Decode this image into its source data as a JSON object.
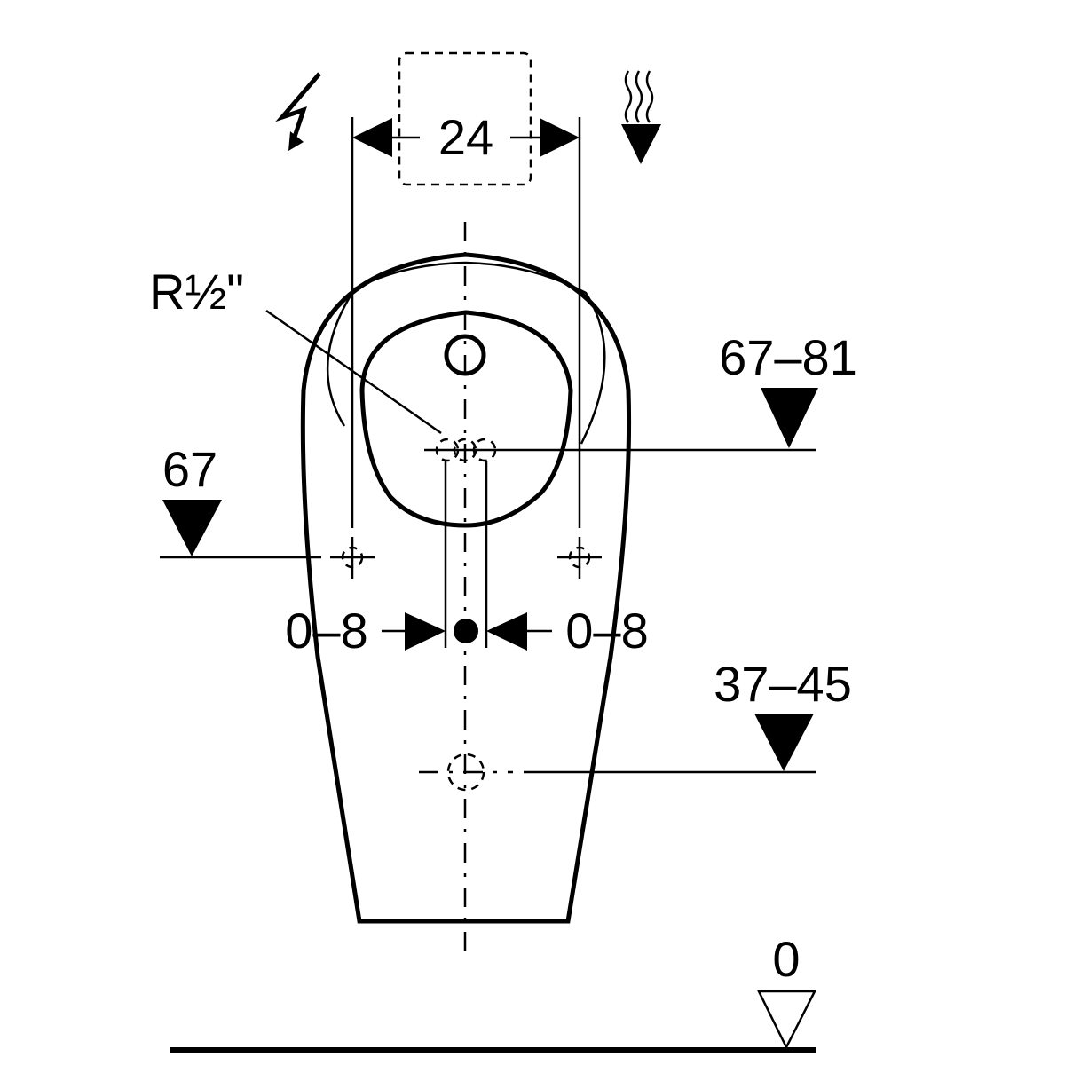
{
  "drawing": {
    "width_dimension": "24",
    "thread_label": "R½\"",
    "water_inlet_height": "67–81",
    "fixing_height": "67",
    "offset_left": "0–8",
    "offset_right": "0–8",
    "drain_height": "37–45",
    "floor_level": "0"
  },
  "icons": [
    "electric-supply-icon",
    "warm-water-supply-icon"
  ],
  "colors": {
    "line": "#000000",
    "background": "#ffffff"
  }
}
